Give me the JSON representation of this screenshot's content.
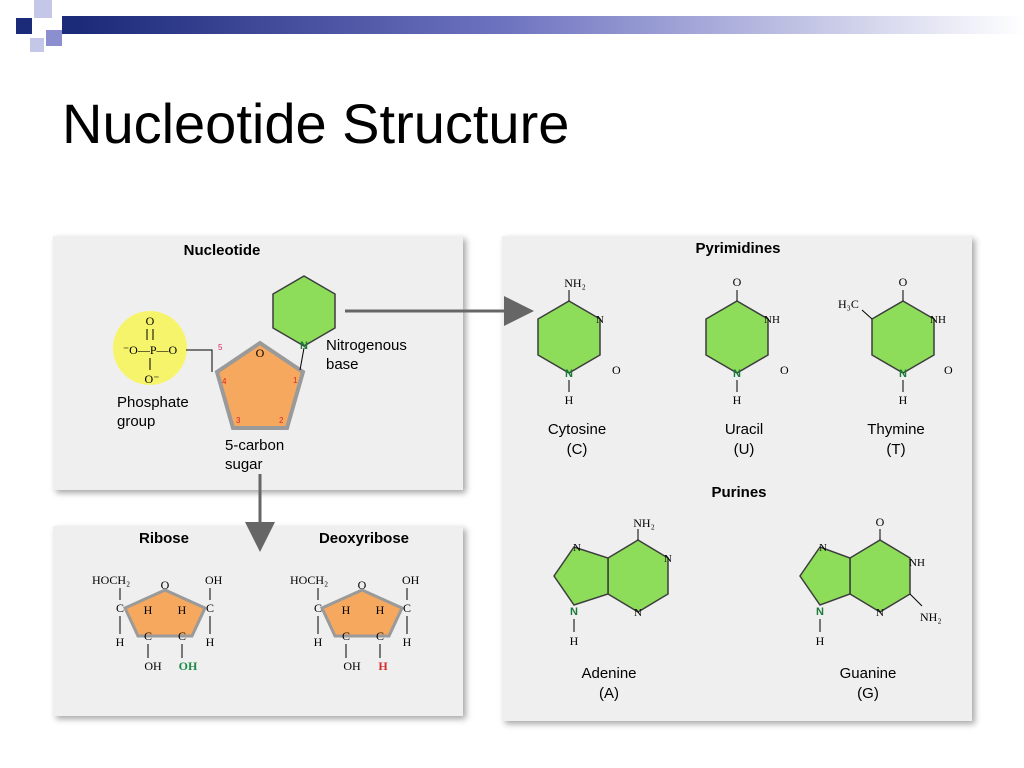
{
  "slide": {
    "title": "Nucleotide Structure",
    "theme_colors": {
      "navy": "#1c2a7a",
      "periwinkle": "#8b8fd0",
      "sugar": "#f5a85e",
      "base": "#8ddc5a",
      "phosphate": "#f6f46a"
    }
  },
  "nucleotide": {
    "heading": "Nucleotide",
    "phosphate": {
      "top_o": "O",
      "row": "⁻O—P—O",
      "bottom_o": "O⁻",
      "label_1": "Phosphate",
      "label_2": "group"
    },
    "base_atom": "N",
    "base_label_1": "Nitrogenous",
    "base_label_2": "base",
    "sugar_ring_o": "O",
    "sugar_label_1": "5-carbon",
    "sugar_label_2": "sugar",
    "carbon_numbers": [
      "5",
      "4",
      "3",
      "2",
      "1"
    ]
  },
  "sugars": {
    "ribose": {
      "heading": "Ribose",
      "hoch2": "HOCH₂",
      "oh_right": "OH",
      "ring_o": "O",
      "c": "C",
      "h": "H",
      "oh_bottom_left": "OH",
      "oh_bottom_right": "OH"
    },
    "deoxyribose": {
      "heading": "Deoxyribose",
      "hoch2": "HOCH₂",
      "oh_right": "OH",
      "ring_o": "O",
      "c": "C",
      "h": "H",
      "oh_bottom_left": "OH",
      "h_bottom_right": "H"
    }
  },
  "pyrimidines": {
    "heading": "Pyrimidines",
    "items": [
      {
        "name": "Cytosine",
        "abbr": "(C)",
        "top": "NH₂",
        "right_n": "N",
        "o": "O",
        "n": "N",
        "h": "H"
      },
      {
        "name": "Uracil",
        "abbr": "(U)",
        "top": "O",
        "right_n": "NH",
        "o": "O",
        "n": "N",
        "h": "H"
      },
      {
        "name": "Thymine",
        "abbr": "(T)",
        "top": "O",
        "right_n": "NH",
        "o": "O",
        "n": "N",
        "h": "H",
        "methyl": "H₃C"
      }
    ]
  },
  "purines": {
    "heading": "Purines",
    "items": [
      {
        "name": "Adenine",
        "abbr": "(A)",
        "top": "NH₂",
        "n": "N",
        "h": "H"
      },
      {
        "name": "Guanine",
        "abbr": "(G)",
        "top": "O",
        "nh": "NH",
        "nh2": "NH₂",
        "n": "N",
        "h": "H"
      }
    ]
  }
}
